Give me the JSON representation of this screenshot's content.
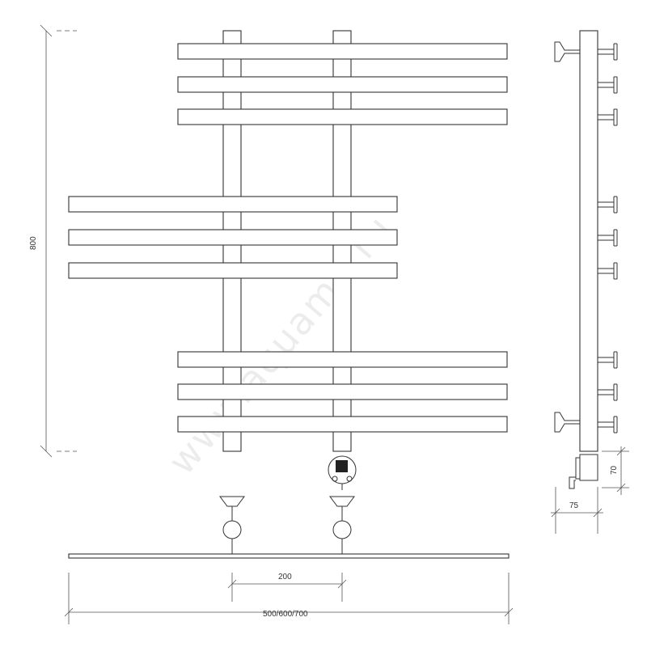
{
  "dimensions": {
    "height": "800",
    "center_distance": "200",
    "width_options": "500/600/700",
    "side_depth": "75",
    "side_height": "70"
  },
  "watermark": "www.aquamir.ru",
  "colors": {
    "line": "#333333",
    "background": "#ffffff"
  }
}
